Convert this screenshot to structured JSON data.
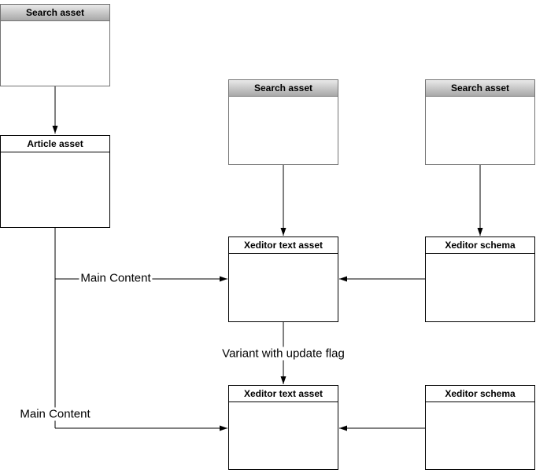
{
  "diagram": {
    "type": "flowchart",
    "background_color": "#ffffff",
    "styles": {
      "gray_header_gradient_top": "#e9e9e9",
      "gray_header_gradient_bottom": "#a8a8a8",
      "gray_box_border": "#737373",
      "plain_box_border": "#000000",
      "edge_color": "#000000"
    },
    "nodes": [
      {
        "label": "Search asset",
        "variant": "gray-header"
      },
      {
        "label": "Search asset",
        "variant": "gray-header"
      },
      {
        "label": "Search asset",
        "variant": "gray-header"
      },
      {
        "label": "Article asset",
        "variant": "white-header"
      },
      {
        "label": "Xeditor text asset",
        "variant": "white-header"
      },
      {
        "label": "Xeditor schema",
        "variant": "white-header"
      },
      {
        "label": "Xeditor text asset",
        "variant": "white-header"
      },
      {
        "label": "Xeditor schema",
        "variant": "white-header"
      }
    ],
    "edge_labels": [
      {
        "text": "Main Content"
      },
      {
        "text": "Variant with update flag"
      },
      {
        "text": "Main Content"
      }
    ]
  }
}
